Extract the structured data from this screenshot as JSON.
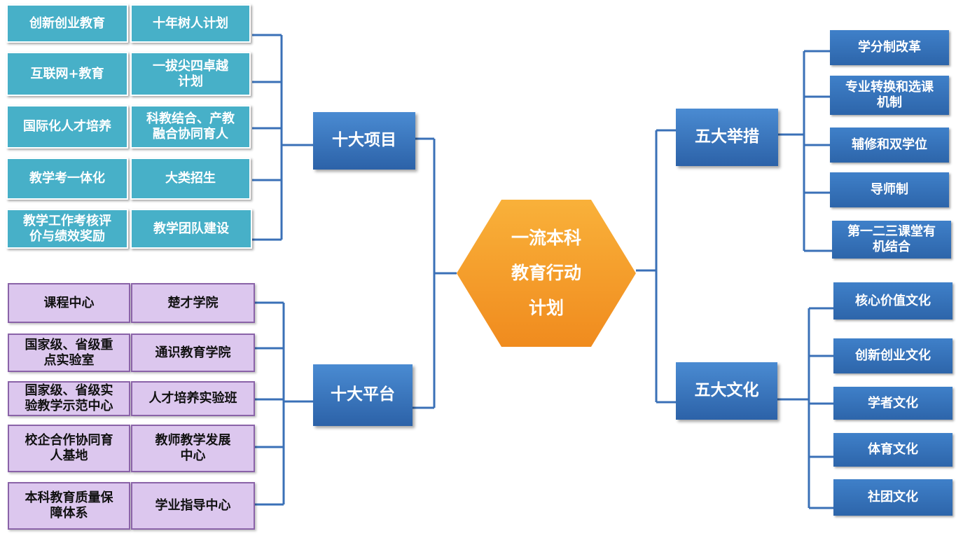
{
  "center": {
    "title": "一流本科\n教育行动\n计划"
  },
  "left": {
    "projects": {
      "title": "十大项目",
      "items": [
        "创新创业教育",
        "十年树人计划",
        "互联网+教育",
        "一拔尖四卓越\n计划",
        "国际化人才培养",
        "科教结合、产教\n融合协同育人",
        "教学考一体化",
        "大类招生",
        "教学工作考核评\n价与绩效奖励",
        "教学团队建设"
      ]
    },
    "platforms": {
      "title": "十大平台",
      "items": [
        "课程中心",
        "楚才学院",
        "国家级、省级重\n点实验室",
        "通识教育学院",
        "国家级、省级实\n验教学示范中心",
        "人才培养实验班",
        "校企合作协同育\n人基地",
        "教师教学发展\n中心",
        "本科教育质量保\n障体系",
        "学业指导中心"
      ]
    }
  },
  "right": {
    "measures": {
      "title": "五大举措",
      "items": [
        "学分制改革",
        "专业转换和选课\n机制",
        "辅修和双学位",
        "导师制",
        "第一二三课堂有\n机结合"
      ]
    },
    "cultures": {
      "title": "五大文化",
      "items": [
        "核心价值文化",
        "创新创业文化",
        "学者文化",
        "体育文化",
        "社团文化"
      ]
    }
  },
  "colors": {
    "connector": "#3a70b7",
    "teal": "#47b0c8",
    "purple": "#dcc7ee",
    "blue": "#2d65aa",
    "orange": "#f39a22"
  }
}
